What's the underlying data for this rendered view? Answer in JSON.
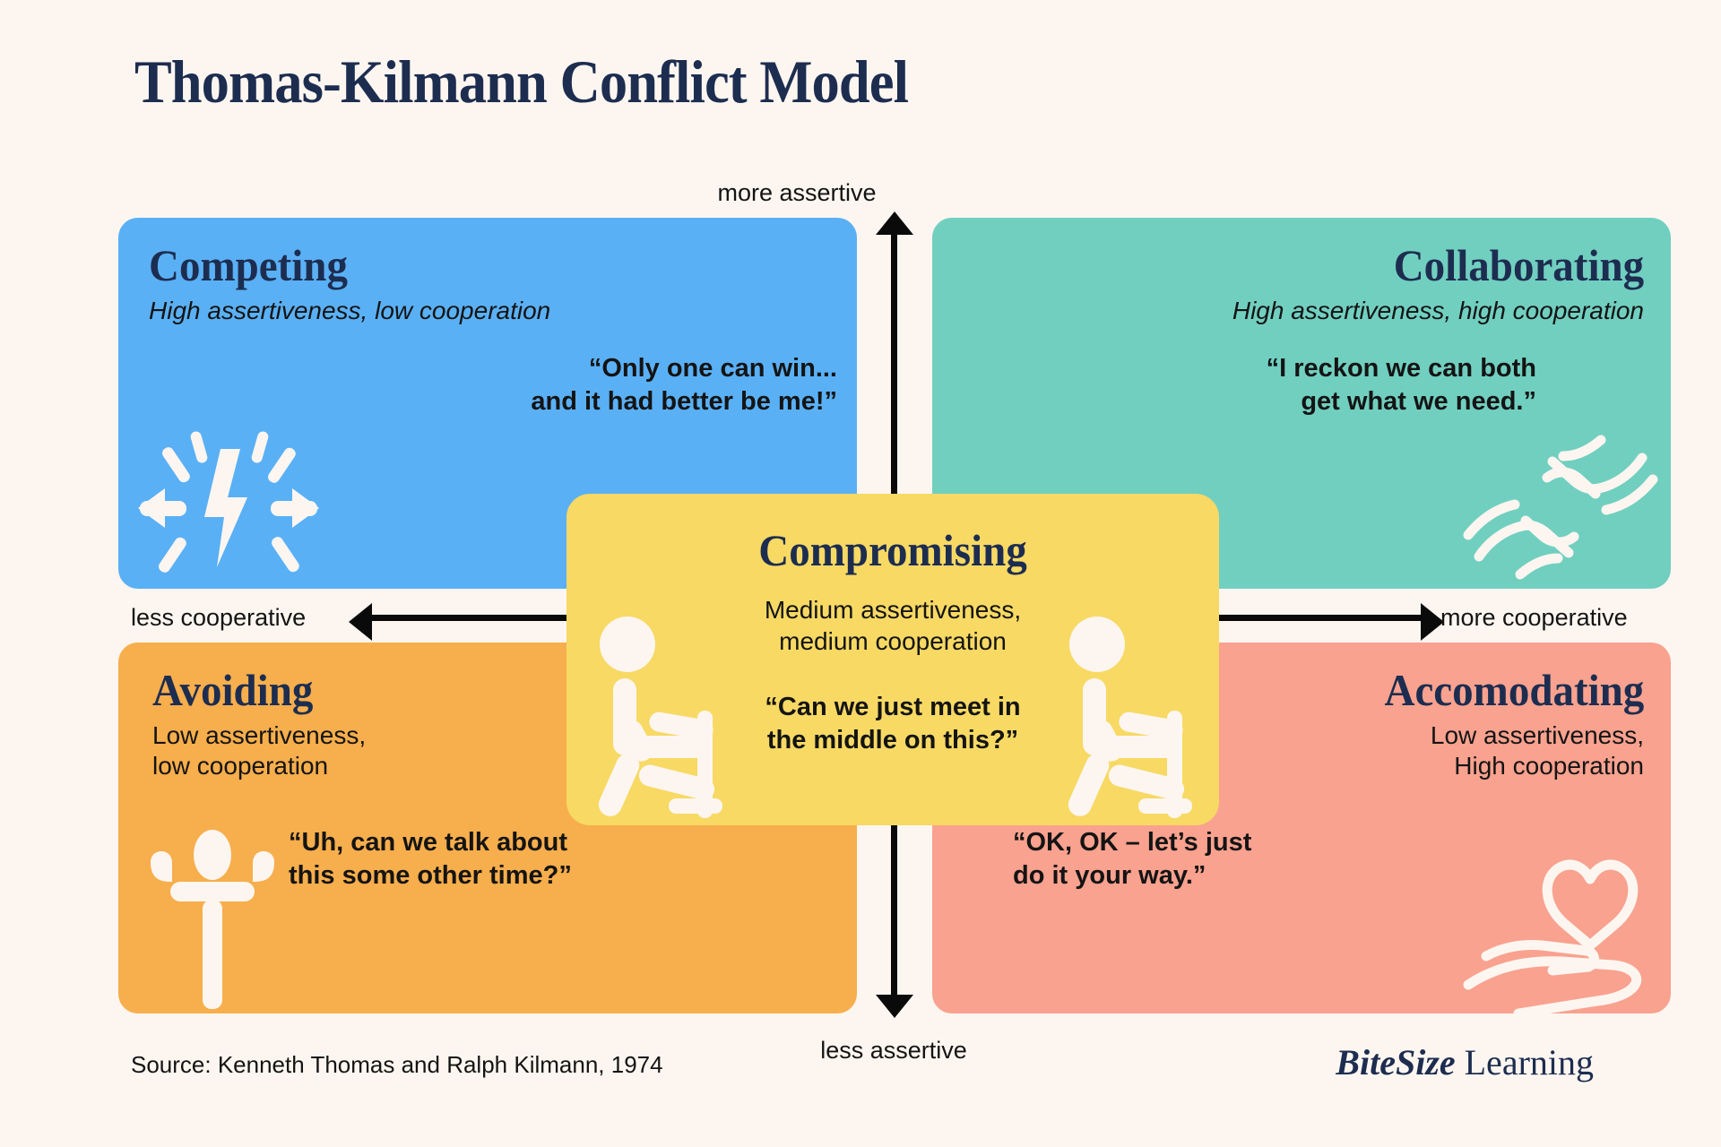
{
  "page": {
    "title": "Thomas-Kilmann Conflict Model",
    "background_color": "#FDF6F0",
    "navy": "#1D2D50"
  },
  "axes": {
    "vertical_top_label": "more assertive",
    "vertical_bottom_label": "less assertive",
    "horizontal_left_label": "less cooperative",
    "horizontal_right_label": "more cooperative"
  },
  "quadrants": [
    {
      "key": "competing",
      "heading": "Competing",
      "subtitle": "High assertiveness, low cooperation",
      "quote": "“Only one can win...\nand it had better be me!”",
      "color": "#5AB0F5",
      "icon": "clash-icon"
    },
    {
      "key": "collaborating",
      "heading": "Collaborating",
      "subtitle": "High assertiveness, high cooperation",
      "quote": "“I reckon we can both\nget what we need.”",
      "color": "#71CFC0",
      "icon": "handshake-icon"
    },
    {
      "key": "avoiding",
      "heading": "Avoiding",
      "subtitle": "Low assertiveness,\nlow cooperation",
      "quote": "“Uh, can we talk about\nthis some other time?”",
      "color": "#F7AE4C",
      "icon": "shrugging-person-icon"
    },
    {
      "key": "accommodating",
      "heading": "Accomodating",
      "subtitle": "Low assertiveness,\nHigh cooperation",
      "quote": "“OK, OK – let’s just\ndo it your way.”",
      "color": "#F9A28F",
      "icon": "heart-in-hands-icon"
    }
  ],
  "center": {
    "heading": "Compromising",
    "subtitle": "Medium assertiveness,\nmedium cooperation",
    "quote": "“Can we just meet in\nthe middle on this?”",
    "color": "#F7D964",
    "icon_left": "seated-person-icon",
    "icon_right": "seated-person-icon"
  },
  "footer": {
    "source": "Source: Kenneth Thomas and Ralph Kilmann, 1974",
    "brand_bold": "BiteSize",
    "brand_regular": " Learning"
  }
}
